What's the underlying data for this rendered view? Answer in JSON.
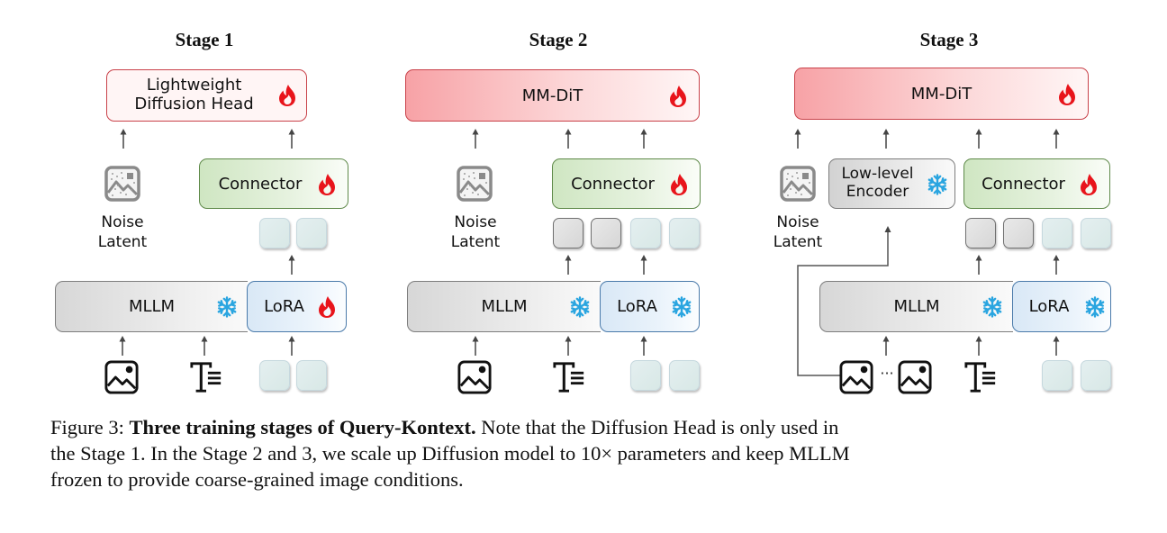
{
  "figure": {
    "stages": [
      {
        "title": "Stage 1",
        "top_block": {
          "label_line1": "Lightweight",
          "label_line2": "Diffusion Head",
          "state": "trainable",
          "state_icon": "flame-icon"
        },
        "noise_label_line1": "Noise",
        "noise_label_line2": "Latent",
        "connector": {
          "label": "Connector",
          "state": "trainable",
          "state_icon": "flame-icon"
        },
        "mllm": {
          "label": "MLLM",
          "state": "frozen",
          "state_icon": "snowflake-icon"
        },
        "lora": {
          "label": "LoRA",
          "state": "trainable",
          "state_icon": "flame-icon"
        },
        "inputs": [
          "image-icon",
          "text-icon",
          "query-tokens"
        ]
      },
      {
        "title": "Stage 2",
        "top_block": {
          "label": "MM-DiT",
          "state": "trainable",
          "state_icon": "flame-icon"
        },
        "noise_label_line1": "Noise",
        "noise_label_line2": "Latent",
        "connector": {
          "label": "Connector",
          "state": "trainable",
          "state_icon": "flame-icon"
        },
        "mllm": {
          "label": "MLLM",
          "state": "frozen",
          "state_icon": "snowflake-icon"
        },
        "lora": {
          "label": "LoRA",
          "state": "frozen",
          "state_icon": "snowflake-icon"
        },
        "inputs": [
          "image-icon",
          "text-icon",
          "query-tokens"
        ]
      },
      {
        "title": "Stage 3",
        "top_block": {
          "label": "MM-DiT",
          "state": "trainable",
          "state_icon": "flame-icon"
        },
        "noise_label_line1": "Noise",
        "noise_label_line2": "Latent",
        "encoder": {
          "label_line1": "Low-level",
          "label_line2": "Encoder",
          "state": "frozen",
          "state_icon": "snowflake-icon"
        },
        "connector": {
          "label": "Connector",
          "state": "trainable",
          "state_icon": "flame-icon"
        },
        "mllm": {
          "label": "MLLM",
          "state": "frozen",
          "state_icon": "snowflake-icon"
        },
        "lora": {
          "label": "LoRA",
          "state": "frozen",
          "state_icon": "snowflake-icon"
        },
        "inputs": [
          "image-icon",
          "ellipsis",
          "image-icon",
          "text-icon",
          "query-tokens"
        ],
        "ellipsis": "···"
      }
    ],
    "colors": {
      "flame": "#e8141b",
      "snowflake": "#2aa5e0",
      "trainable_border": "#c9424a",
      "connector_border": "#5f8a4a",
      "lora_border": "#4a7aaa",
      "frozen_border": "#7d7d7d"
    }
  },
  "caption": {
    "prefix": "Figure 3: ",
    "bold": "Three training stages of Query-Kontext.",
    "line1_rest": " Note that the Diffusion Head is only used in",
    "line2": "the Stage 1. In the Stage 2 and 3, we scale up Diffusion model to 10× parameters and keep MLLM",
    "line3": "frozen to provide coarse-grained image conditions."
  }
}
